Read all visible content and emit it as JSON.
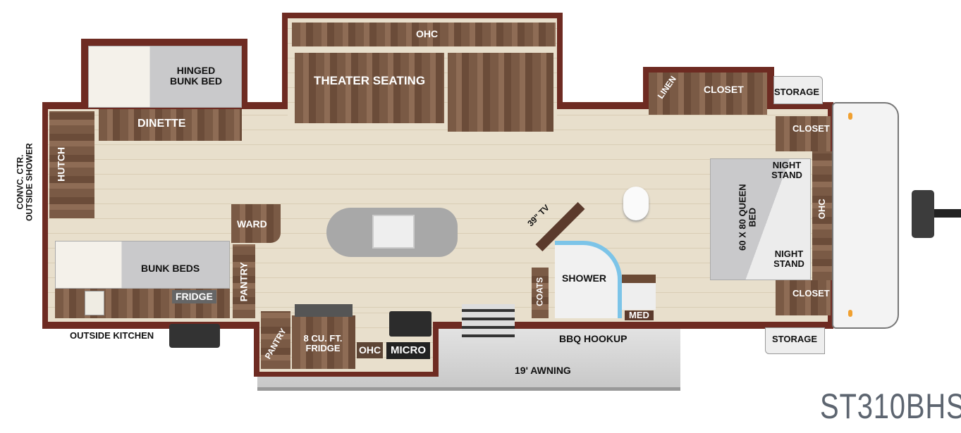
{
  "model": "ST310BHS",
  "colors": {
    "wall": "#6e2b22",
    "floor": "#e8dfcc",
    "cabinet": "#7a5a45",
    "mattress": "#c9c9cb",
    "model_text": "#5d6570",
    "shower_glass": "#7cc4e8"
  },
  "labels": {
    "ohc_top": "OHC",
    "theater_seating": "THEATER SEATING",
    "hinged_bunk_bed": "HINGED BUNK BED",
    "dinette": "DINETTE",
    "hutch": "HUTCH",
    "convc_ctr": "CONVC. CTR. OUTSIDE SHOWER",
    "ward": "WARD",
    "bunk_beds": "BUNK BEDS",
    "outside_fridge": "FRIDGE",
    "pantry_left": "PANTRY",
    "outside_kitchen": "OUTSIDE KITCHEN",
    "pantry_kitchen": "PANTRY",
    "fridge_8cuft": "8 CU. FT. FRIDGE",
    "ohc_kitchen": "OHC",
    "micro": "MICRO",
    "bbq_hookup": "BBQ HOOKUP",
    "awning": "19' AWNING",
    "tv": "39\" TV",
    "coats": "COATS",
    "shower": "SHOWER",
    "med": "MED",
    "linen": "LINEN",
    "closet_slide": "CLOSET",
    "storage_top": "STORAGE",
    "closet_top": "CLOSET",
    "night_stand_top": "NIGHT STAND",
    "queen_bed": "60 X 80 QUEEN BED",
    "ohc_bedroom": "OHC",
    "night_stand_bottom": "NIGHT STAND",
    "closet_bottom": "CLOSET",
    "storage_bottom": "STORAGE"
  }
}
